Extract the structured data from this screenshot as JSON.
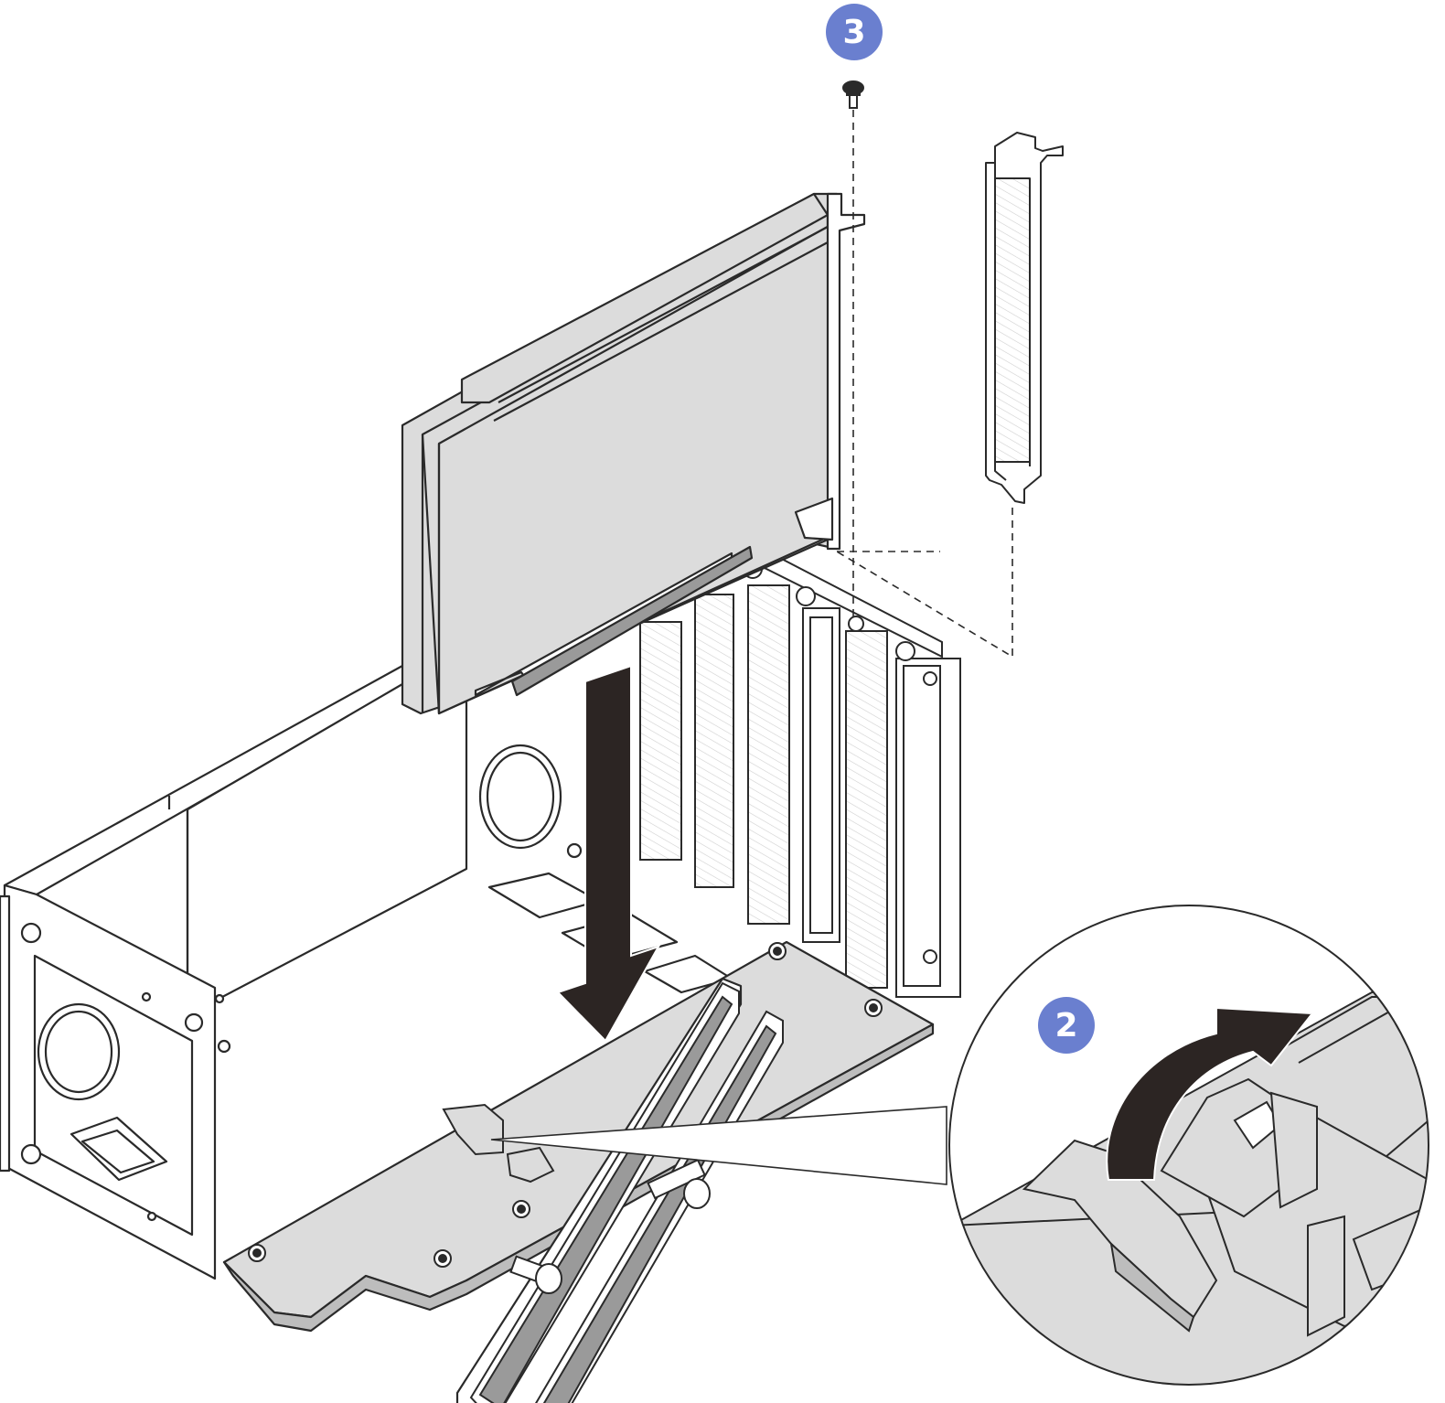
{
  "diagram": {
    "callouts": [
      {
        "id": "callout-3",
        "label": "3"
      },
      {
        "id": "callout-2",
        "label": "2"
      }
    ],
    "colors": {
      "callout_fill": "#6a7fcf",
      "line": "#2a2a2a",
      "panel_fill": "#dcdcdc",
      "arrow_fill": "#2c2523",
      "hatch": "#c8c8c8",
      "background": "#ffffff"
    },
    "parts": [
      "screw",
      "slot-bracket",
      "adapter-card",
      "riser-cage",
      "riser-board",
      "pcie-slots",
      "retention-latch",
      "insert-direction-arrow",
      "detail-magnifier",
      "rotate-latch-arrow"
    ]
  }
}
